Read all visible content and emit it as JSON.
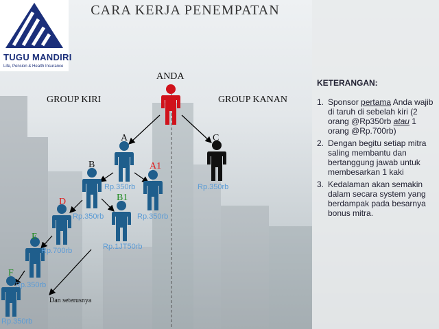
{
  "brand": {
    "name": "TUGU MANDIRI",
    "tagline": "Life, Pension & Health Insurance"
  },
  "title": "CARA KERJA PENEMPATAN",
  "root_label": "ANDA",
  "group_left": "GROUP KIRI",
  "group_right": "GROUP KANAN",
  "colors": {
    "root": "#d0121b",
    "tree": "#1f5e8c",
    "right": "#111111",
    "label_red": "#e01b1b",
    "label_green": "#1f8a1f",
    "price": "#5b9bd5"
  },
  "nodes": {
    "a": {
      "label": "A"
    },
    "c": {
      "label": "C",
      "price": "Rp.350rb"
    },
    "b": {
      "label": "B",
      "price": "Rp.350rb"
    },
    "a1": {
      "label": "A1",
      "price": "Rp.350rb"
    },
    "d": {
      "label": "D",
      "price": "Rp.350rb"
    },
    "b1": {
      "label": "B1",
      "price": "Rp.1JT50rb"
    },
    "e": {
      "label": "E",
      "price": "Rp.700rb"
    },
    "f": {
      "label": "F",
      "price": "Rp.350rb"
    },
    "bottom": {
      "price": "Rp.350rb"
    }
  },
  "footnote": "Dan seterusnya",
  "keterangan": {
    "title": "KETERANGAN:",
    "items": [
      {
        "num": "1.",
        "pre": "Sponsor ",
        "u1": "pertama",
        "mid": " Anda wajib di taruh di sebelah kiri (2 orang @Rp350rb ",
        "u2": "atau",
        "post": " 1 orang @Rp.700rb)"
      },
      {
        "num": "2.",
        "text": "Dengan begitu setiap mitra saling membantu dan bertanggung jawab untuk membesarkan 1 kaki"
      },
      {
        "num": "3.",
        "text": "Kedalaman akan semakin dalam secara system yang berdampak pada besarnya bonus mitra."
      }
    ]
  }
}
